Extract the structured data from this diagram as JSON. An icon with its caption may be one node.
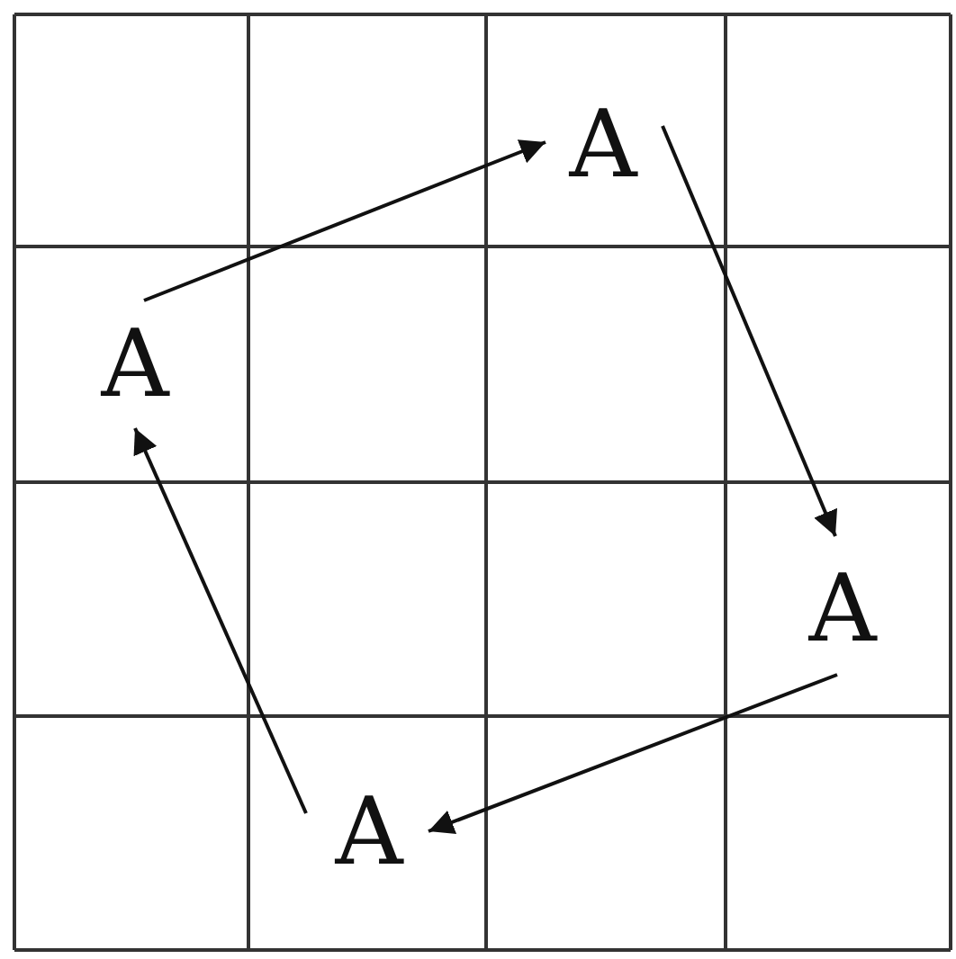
{
  "diagram": {
    "nodes": [
      {
        "text": [
          "A"
        ]
      },
      {
        "text": [
          "A"
        ]
      },
      {
        "text": [
          "A"
        ]
      },
      {
        "text": [
          "A"
        ]
      }
    ],
    "edges": [
      {
        "from": 1,
        "to": 0,
        "arrow": "to"
      },
      {
        "from": 0,
        "to": 2,
        "arrow": "to"
      },
      {
        "from": 2,
        "to": 3,
        "arrow": "to"
      },
      {
        "from": 3,
        "to": 1,
        "arrow": "to"
      }
    ]
  }
}
